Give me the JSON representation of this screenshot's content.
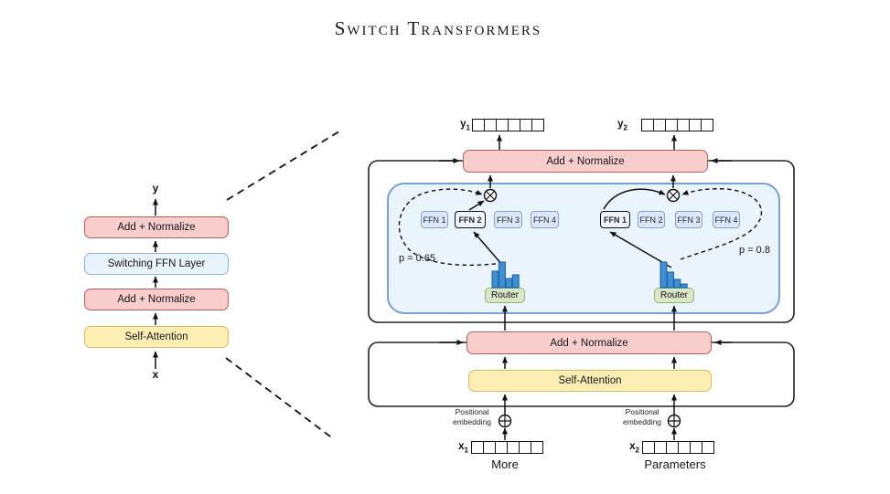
{
  "title": "Switch Transformers",
  "left_diagram": {
    "output_label": "y",
    "input_label": "x",
    "boxes": [
      {
        "label": "Add + Normalize"
      },
      {
        "label": "Switching FFN Layer"
      },
      {
        "label": "Add + Normalize"
      },
      {
        "label": "Self-Attention"
      }
    ]
  },
  "right_diagram": {
    "top_add_normalize": "Add + Normalize",
    "mid_add_normalize": "Add + Normalize",
    "self_attention": "Self-Attention",
    "tokens": [
      {
        "output_base": "y",
        "output_sub": "1",
        "input_base": "x",
        "input_sub": "1",
        "caption": "More",
        "positional_line1": "Positional",
        "positional_line2": "embedding",
        "router_label": "Router",
        "probability_label": "p = 0.65",
        "experts": [
          "FFN 1",
          "FFN 2",
          "FFN 3",
          "FFN 4"
        ],
        "selected_expert": "FFN 2",
        "router_bar_heights": [
          18,
          28,
          10,
          14
        ],
        "cells": 6
      },
      {
        "output_base": "y",
        "output_sub": "2",
        "input_base": "x",
        "input_sub": "2",
        "caption": "Parameters",
        "positional_line1": "Positional",
        "positional_line2": "embedding",
        "router_label": "Router",
        "probability_label": "p = 0.8",
        "experts": [
          "FFN 1",
          "FFN 2",
          "FFN 3",
          "FFN 4"
        ],
        "selected_expert": "FFN 1",
        "router_bar_heights": [
          28,
          17,
          9,
          4
        ],
        "cells": 6
      }
    ]
  },
  "colors": {
    "add_normalize_fill": "#f8cecc",
    "add_normalize_stroke": "#bb5d56",
    "self_attention_fill": "#fdeeb4",
    "self_attention_stroke": "#d9b861",
    "switch_layer_fill": "#e8f3fc",
    "switch_layer_stroke": "#8db3d8",
    "expert_container_fill": "#eaf4fc",
    "expert_container_stroke": "#7b9fd3",
    "ffn_fill": "#dbe7f8",
    "ffn_stroke": "#8aa0c8",
    "router_fill": "#d9e7c9",
    "router_stroke": "#95b573",
    "histogram_bar_fill": "#3e8ed3",
    "histogram_bar_stroke": "#1c5c9c",
    "line_color": "#111111"
  }
}
